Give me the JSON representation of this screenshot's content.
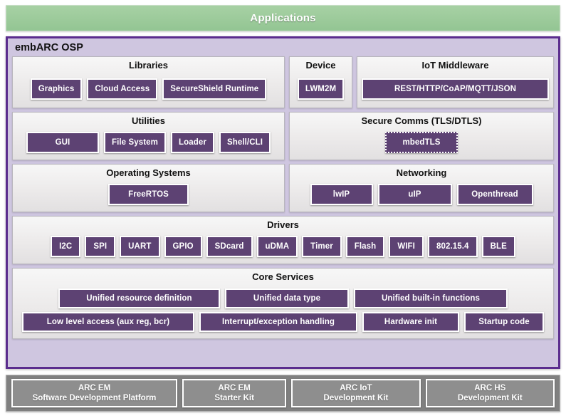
{
  "colors": {
    "applications_green": "#93c593",
    "osp_border_purple": "#5b2d8e",
    "osp_background_lavender": "#cfc6e0",
    "chip_purple": "#5d4273",
    "hardware_gray": "#808080",
    "hardware_chip_gray": "#8e8e8e",
    "panel_background": "#eceaea"
  },
  "applications": {
    "label": "Applications"
  },
  "osp": {
    "title": "embARC OSP",
    "rows": [
      {
        "panels": [
          {
            "name": "libraries",
            "title": "Libraries",
            "items": [
              "Graphics",
              "Cloud Access",
              "SecureShield Runtime"
            ]
          },
          {
            "name": "device",
            "title": "Device",
            "items": [
              "LWM2M"
            ]
          },
          {
            "name": "iot-middleware",
            "title": "IoT Middleware",
            "items": [
              "REST/HTTP/CoAP/MQTT/JSON"
            ]
          }
        ]
      },
      {
        "panels": [
          {
            "name": "utilities",
            "title": "Utilities",
            "items": [
              "GUI",
              "File System",
              "Loader",
              "Shell/CLI"
            ]
          },
          {
            "name": "secure-comms",
            "title": "Secure Comms  (TLS/DTLS)",
            "items": [
              "mbedTLS"
            ]
          }
        ]
      },
      {
        "panels": [
          {
            "name": "operating-systems",
            "title": "Operating Systems",
            "items": [
              "FreeRTOS"
            ]
          },
          {
            "name": "networking",
            "title": "Networking",
            "items": [
              "lwIP",
              "uIP",
              "Openthread"
            ]
          }
        ]
      },
      {
        "panels": [
          {
            "name": "drivers",
            "title": "Drivers",
            "items": [
              "I2C",
              "SPI",
              "UART",
              "GPIO",
              "SDcard",
              "uDMA",
              "Timer",
              "Flash",
              "WIFI",
              "802.15.4",
              "BLE"
            ]
          }
        ]
      },
      {
        "panels": [
          {
            "name": "core-services",
            "title": "Core Services",
            "subrows": [
              [
                "Unified resource definition",
                "Unified data type",
                "Unified built-in functions"
              ],
              [
                "Low level access (aux reg, bcr)",
                "Interrupt/exception handling",
                "Hardware init",
                "Startup code"
              ]
            ]
          }
        ]
      }
    ]
  },
  "hardware": {
    "items": [
      {
        "line1": "ARC EM",
        "line2": "Software Development Platform"
      },
      {
        "line1": "ARC EM",
        "line2": "Starter Kit"
      },
      {
        "line1": "ARC IoT",
        "line2": "Development Kit"
      },
      {
        "line1": "ARC HS",
        "line2": "Development Kit"
      }
    ]
  }
}
